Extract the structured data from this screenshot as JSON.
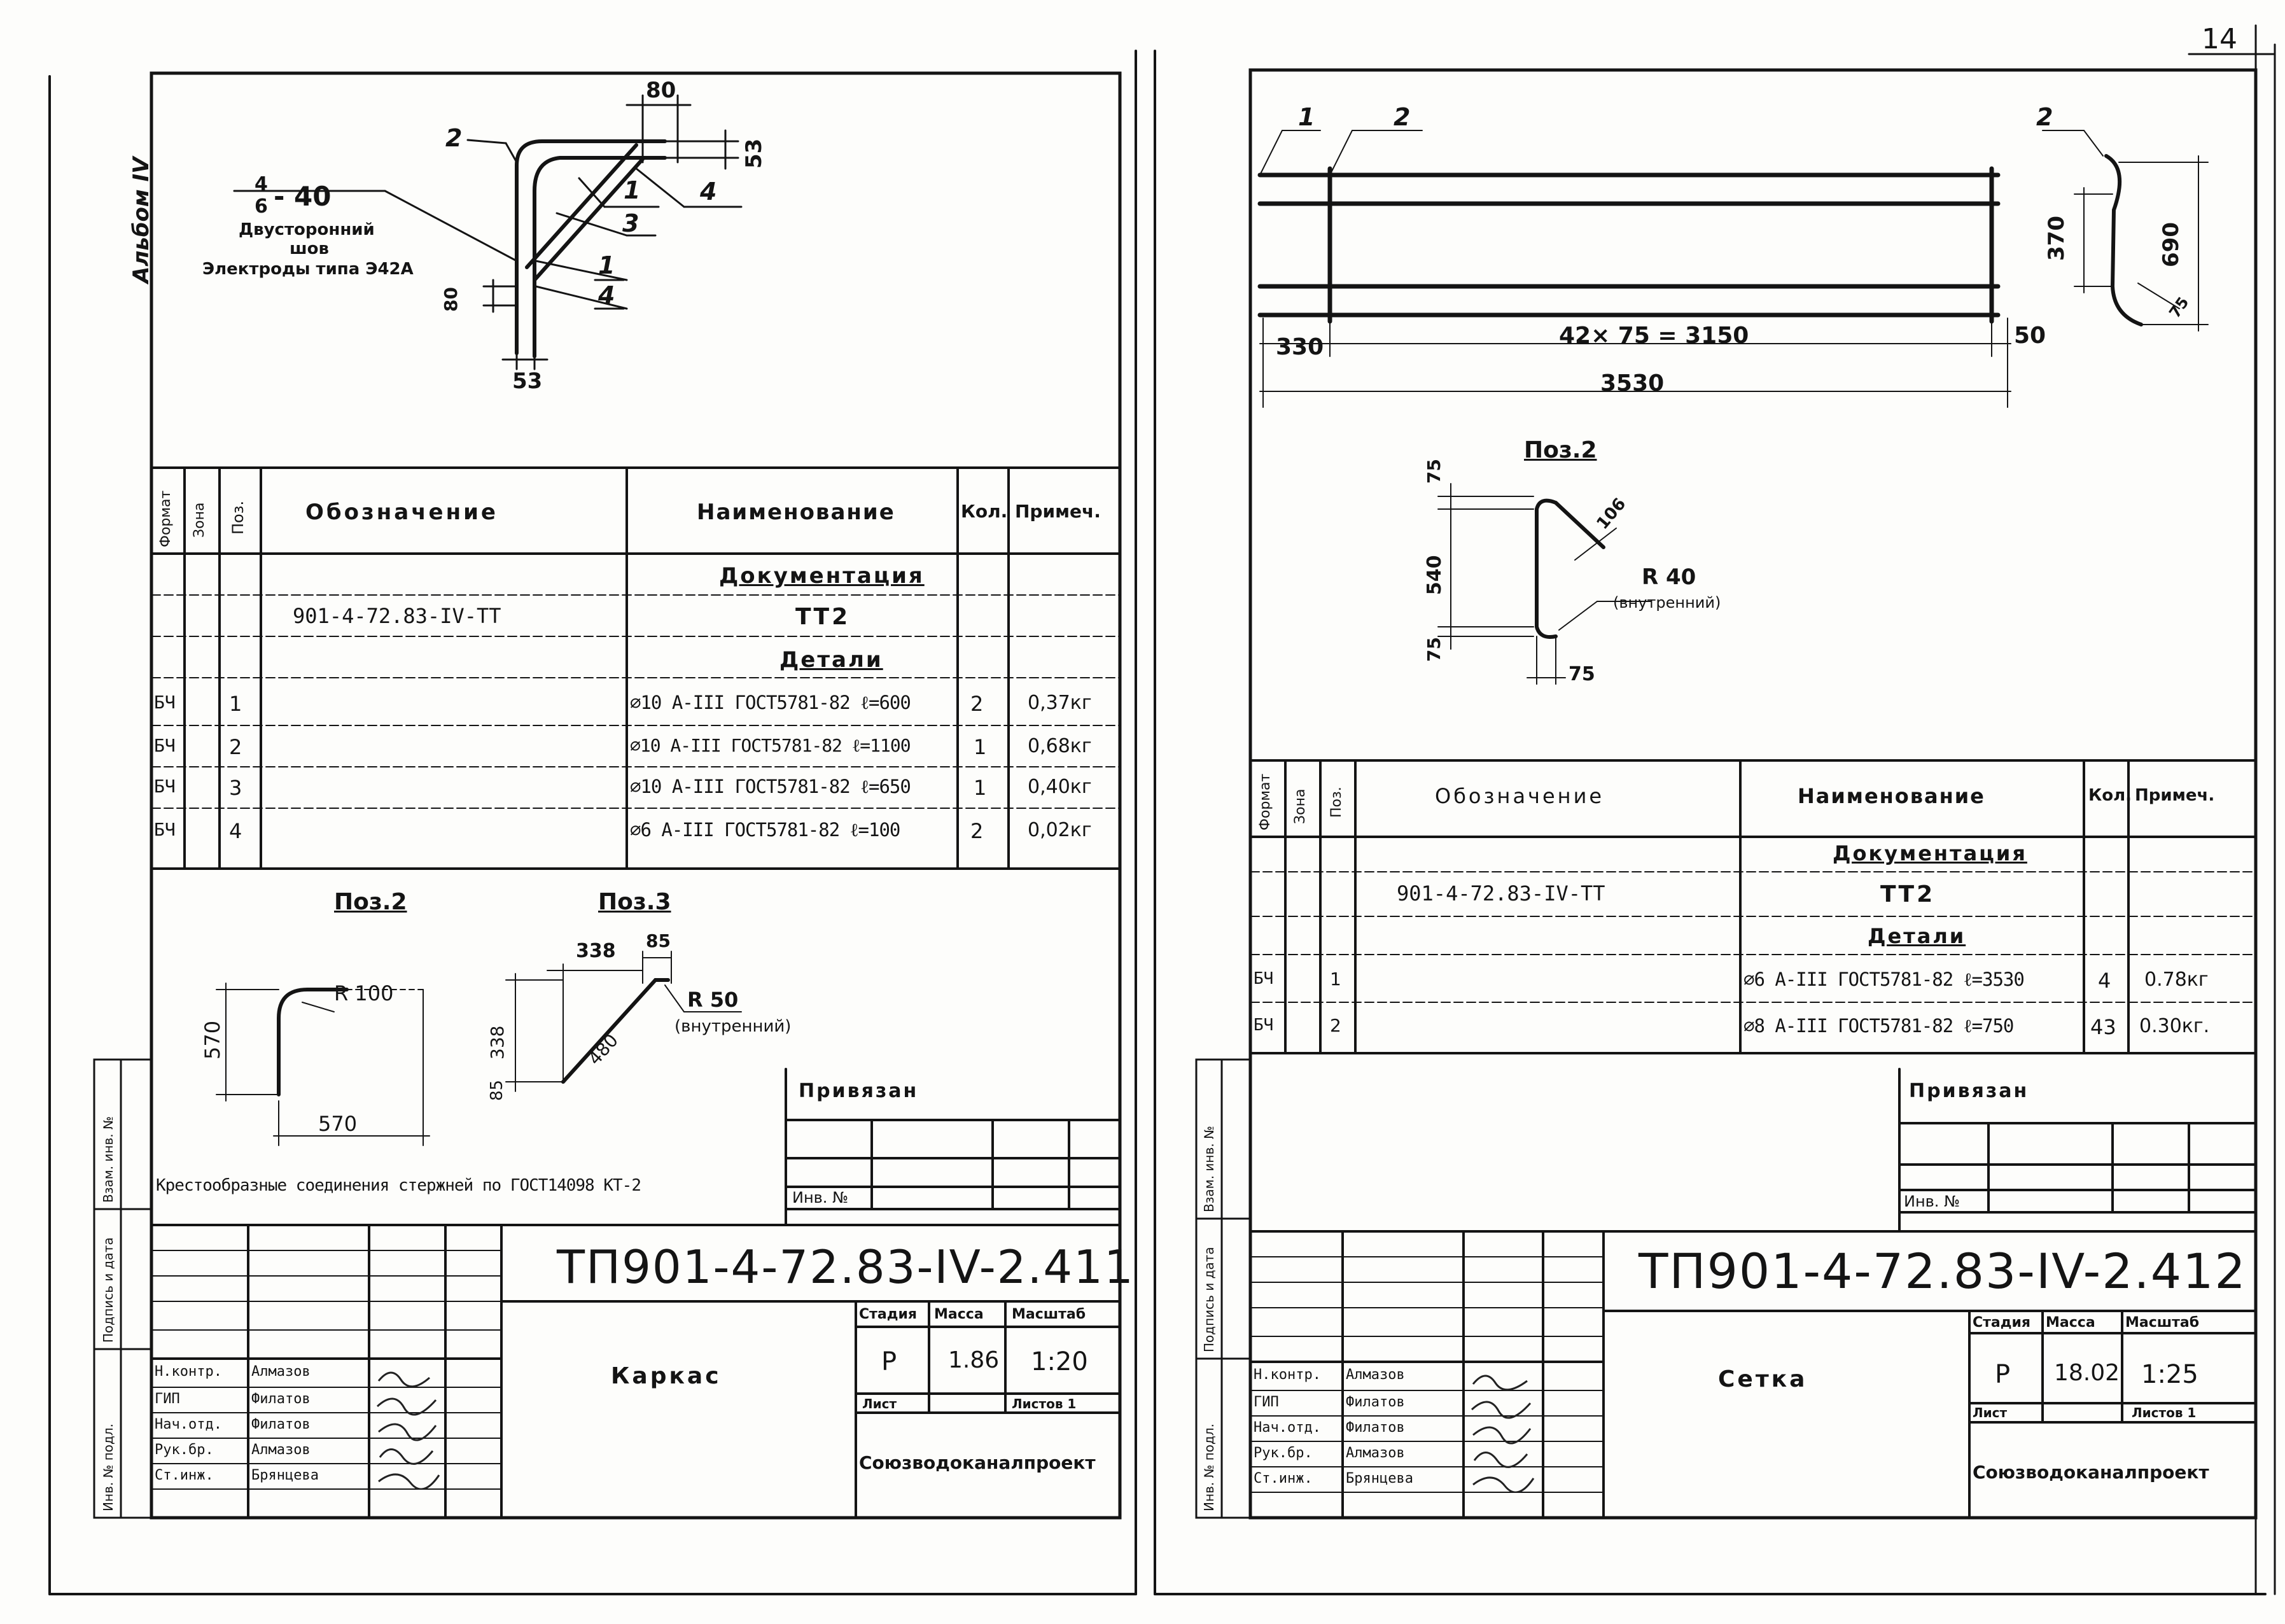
{
  "page_number": "14",
  "album_label": "Альбом IV",
  "left": {
    "drawing": {
      "weld": {
        "fraction_top": "4",
        "fraction_bottom": "6",
        "value": "- 40",
        "type1": "Двусторонний",
        "type2": "шов",
        "electrodes": "Электроды типа Э42А"
      },
      "dims": {
        "d80_top": "80",
        "d53_right": "53",
        "d53_bottom": "53",
        "d80_left": "80"
      },
      "positions": {
        "p2": "2",
        "p3": "3",
        "p1a": "1",
        "p4a": "4",
        "p1b": "1",
        "p4b": "4"
      }
    },
    "spec": {
      "headers": {
        "format": "Формат",
        "zone": "Зона",
        "pos": "Поз.",
        "designation": "Обозначение",
        "name": "Наименование",
        "qty": "Кол.",
        "note": "Примеч."
      },
      "rows": [
        {
          "format": "",
          "pos": "",
          "designation": "",
          "name": "Документация",
          "qty": "",
          "note": ""
        },
        {
          "format": "",
          "pos": "",
          "designation": "901-4-72.83-IV-TT",
          "name": "ТТ2",
          "qty": "",
          "note": ""
        },
        {
          "format": "",
          "pos": "",
          "designation": "",
          "name": "Детали",
          "qty": "",
          "note": ""
        },
        {
          "format": "БЧ",
          "pos": "1",
          "designation": "",
          "name": "⌀10 А-III ГОСТ5781-82 ℓ=600",
          "qty": "2",
          "note": "0,37кг"
        },
        {
          "format": "БЧ",
          "pos": "2",
          "designation": "",
          "name": "⌀10 А-III ГОСТ5781-82 ℓ=1100",
          "qty": "1",
          "note": "0,68кг"
        },
        {
          "format": "БЧ",
          "pos": "3",
          "designation": "",
          "name": "⌀10 А-III ГОСТ5781-82 ℓ=650",
          "qty": "1",
          "note": "0,40кг"
        },
        {
          "format": "БЧ",
          "pos": "4",
          "designation": "",
          "name": "⌀6 А-III ГОСТ5781-82 ℓ=100",
          "qty": "2",
          "note": "0,02кг"
        }
      ]
    },
    "pos2": {
      "title": "Поз.2",
      "radius": "R 100",
      "dim_h": "570",
      "dim_w": "570"
    },
    "pos3": {
      "title": "Поз.3",
      "d338a": "338",
      "d85a": "85",
      "d480": "480",
      "d338b": "338",
      "d85b": "85",
      "radius": "R 50",
      "radius_note": "(внутренний)"
    },
    "note": "Крестообразные соединения стержней по ГОСТ14098 КТ-2",
    "binding": {
      "title": "Привязан",
      "inv": "Инв. №"
    },
    "side_stamp": [
      "Взам. инв. №",
      "Подпись и дата",
      "Инв. № подл."
    ],
    "title_block": {
      "code": "ТП901-4-72.83-IV-2.411",
      "name": "Каркас",
      "stage_h": "Стадия",
      "mass_h": "Масса",
      "scale_h": "Масштаб",
      "stage": "Р",
      "mass": "1.86",
      "scale": "1:20",
      "sheet_h": "Лист",
      "sheets_h": "Листов 1",
      "org": "Союзводоканалпроект",
      "staff": [
        {
          "role": "Н.контр.",
          "name": "Алмазов"
        },
        {
          "role": "ГИП",
          "name": "Филатов"
        },
        {
          "role": "Нач.отд.",
          "name": "Филатов"
        },
        {
          "role": "Рук.бр.",
          "name": "Алмазов"
        },
        {
          "role": "Ст.инж.",
          "name": "Брянцева"
        }
      ]
    }
  },
  "right": {
    "drawing": {
      "p1": "1",
      "p2": "2",
      "p2b": "2",
      "d330": "330",
      "d42x75": "42× 75 = 3150",
      "d50": "50",
      "d3530": "3530",
      "d370": "370",
      "d690": "690",
      "d75sec": "75"
    },
    "pos2": {
      "title": "Поз.2",
      "d75a": "75",
      "d540": "540",
      "d75b": "75",
      "d106": "106",
      "d75c": "75",
      "radius": "R 40",
      "radius_note": "(внутренний)"
    },
    "spec": {
      "headers": {
        "format": "Формат",
        "zone": "Зона",
        "pos": "Поз.",
        "designation": "Обозначение",
        "name": "Наименование",
        "qty": "Кол.",
        "note": "Примеч."
      },
      "rows": [
        {
          "format": "",
          "pos": "",
          "designation": "",
          "name": "Документация",
          "qty": "",
          "note": ""
        },
        {
          "format": "",
          "pos": "",
          "designation": "901-4-72.83-IV-TT",
          "name": "ТТ2",
          "qty": "",
          "note": ""
        },
        {
          "format": "",
          "pos": "",
          "designation": "",
          "name": "Детали",
          "qty": "",
          "note": ""
        },
        {
          "format": "БЧ",
          "pos": "1",
          "designation": "",
          "name": "⌀6 А-III ГОСТ5781-82 ℓ=3530",
          "qty": "4",
          "note": "0.78кг"
        },
        {
          "format": "БЧ",
          "pos": "2",
          "designation": "",
          "name": "⌀8 А-III ГОСТ5781-82 ℓ=750",
          "qty": "43",
          "note": "0.30кг."
        }
      ]
    },
    "binding": {
      "title": "Привязан",
      "inv": "Инв. №"
    },
    "side_stamp": [
      "Взам. инв. №",
      "Подпись и дата",
      "Инв. № подл."
    ],
    "title_block": {
      "code": "ТП901-4-72.83-IV-2.412",
      "name": "Сетка",
      "stage_h": "Стадия",
      "mass_h": "Масса",
      "scale_h": "Масштаб",
      "stage": "Р",
      "mass": "18.02",
      "scale": "1:25",
      "sheet_h": "Лист",
      "sheets_h": "Листов 1",
      "org": "Союзводоканалпроект",
      "staff": [
        {
          "role": "Н.контр.",
          "name": "Алмазов"
        },
        {
          "role": "ГИП",
          "name": "Филатов"
        },
        {
          "role": "Нач.отд.",
          "name": "Филатов"
        },
        {
          "role": "Рук.бр.",
          "name": "Алмазов"
        },
        {
          "role": "Ст.инж.",
          "name": "Брянцева"
        }
      ]
    }
  }
}
